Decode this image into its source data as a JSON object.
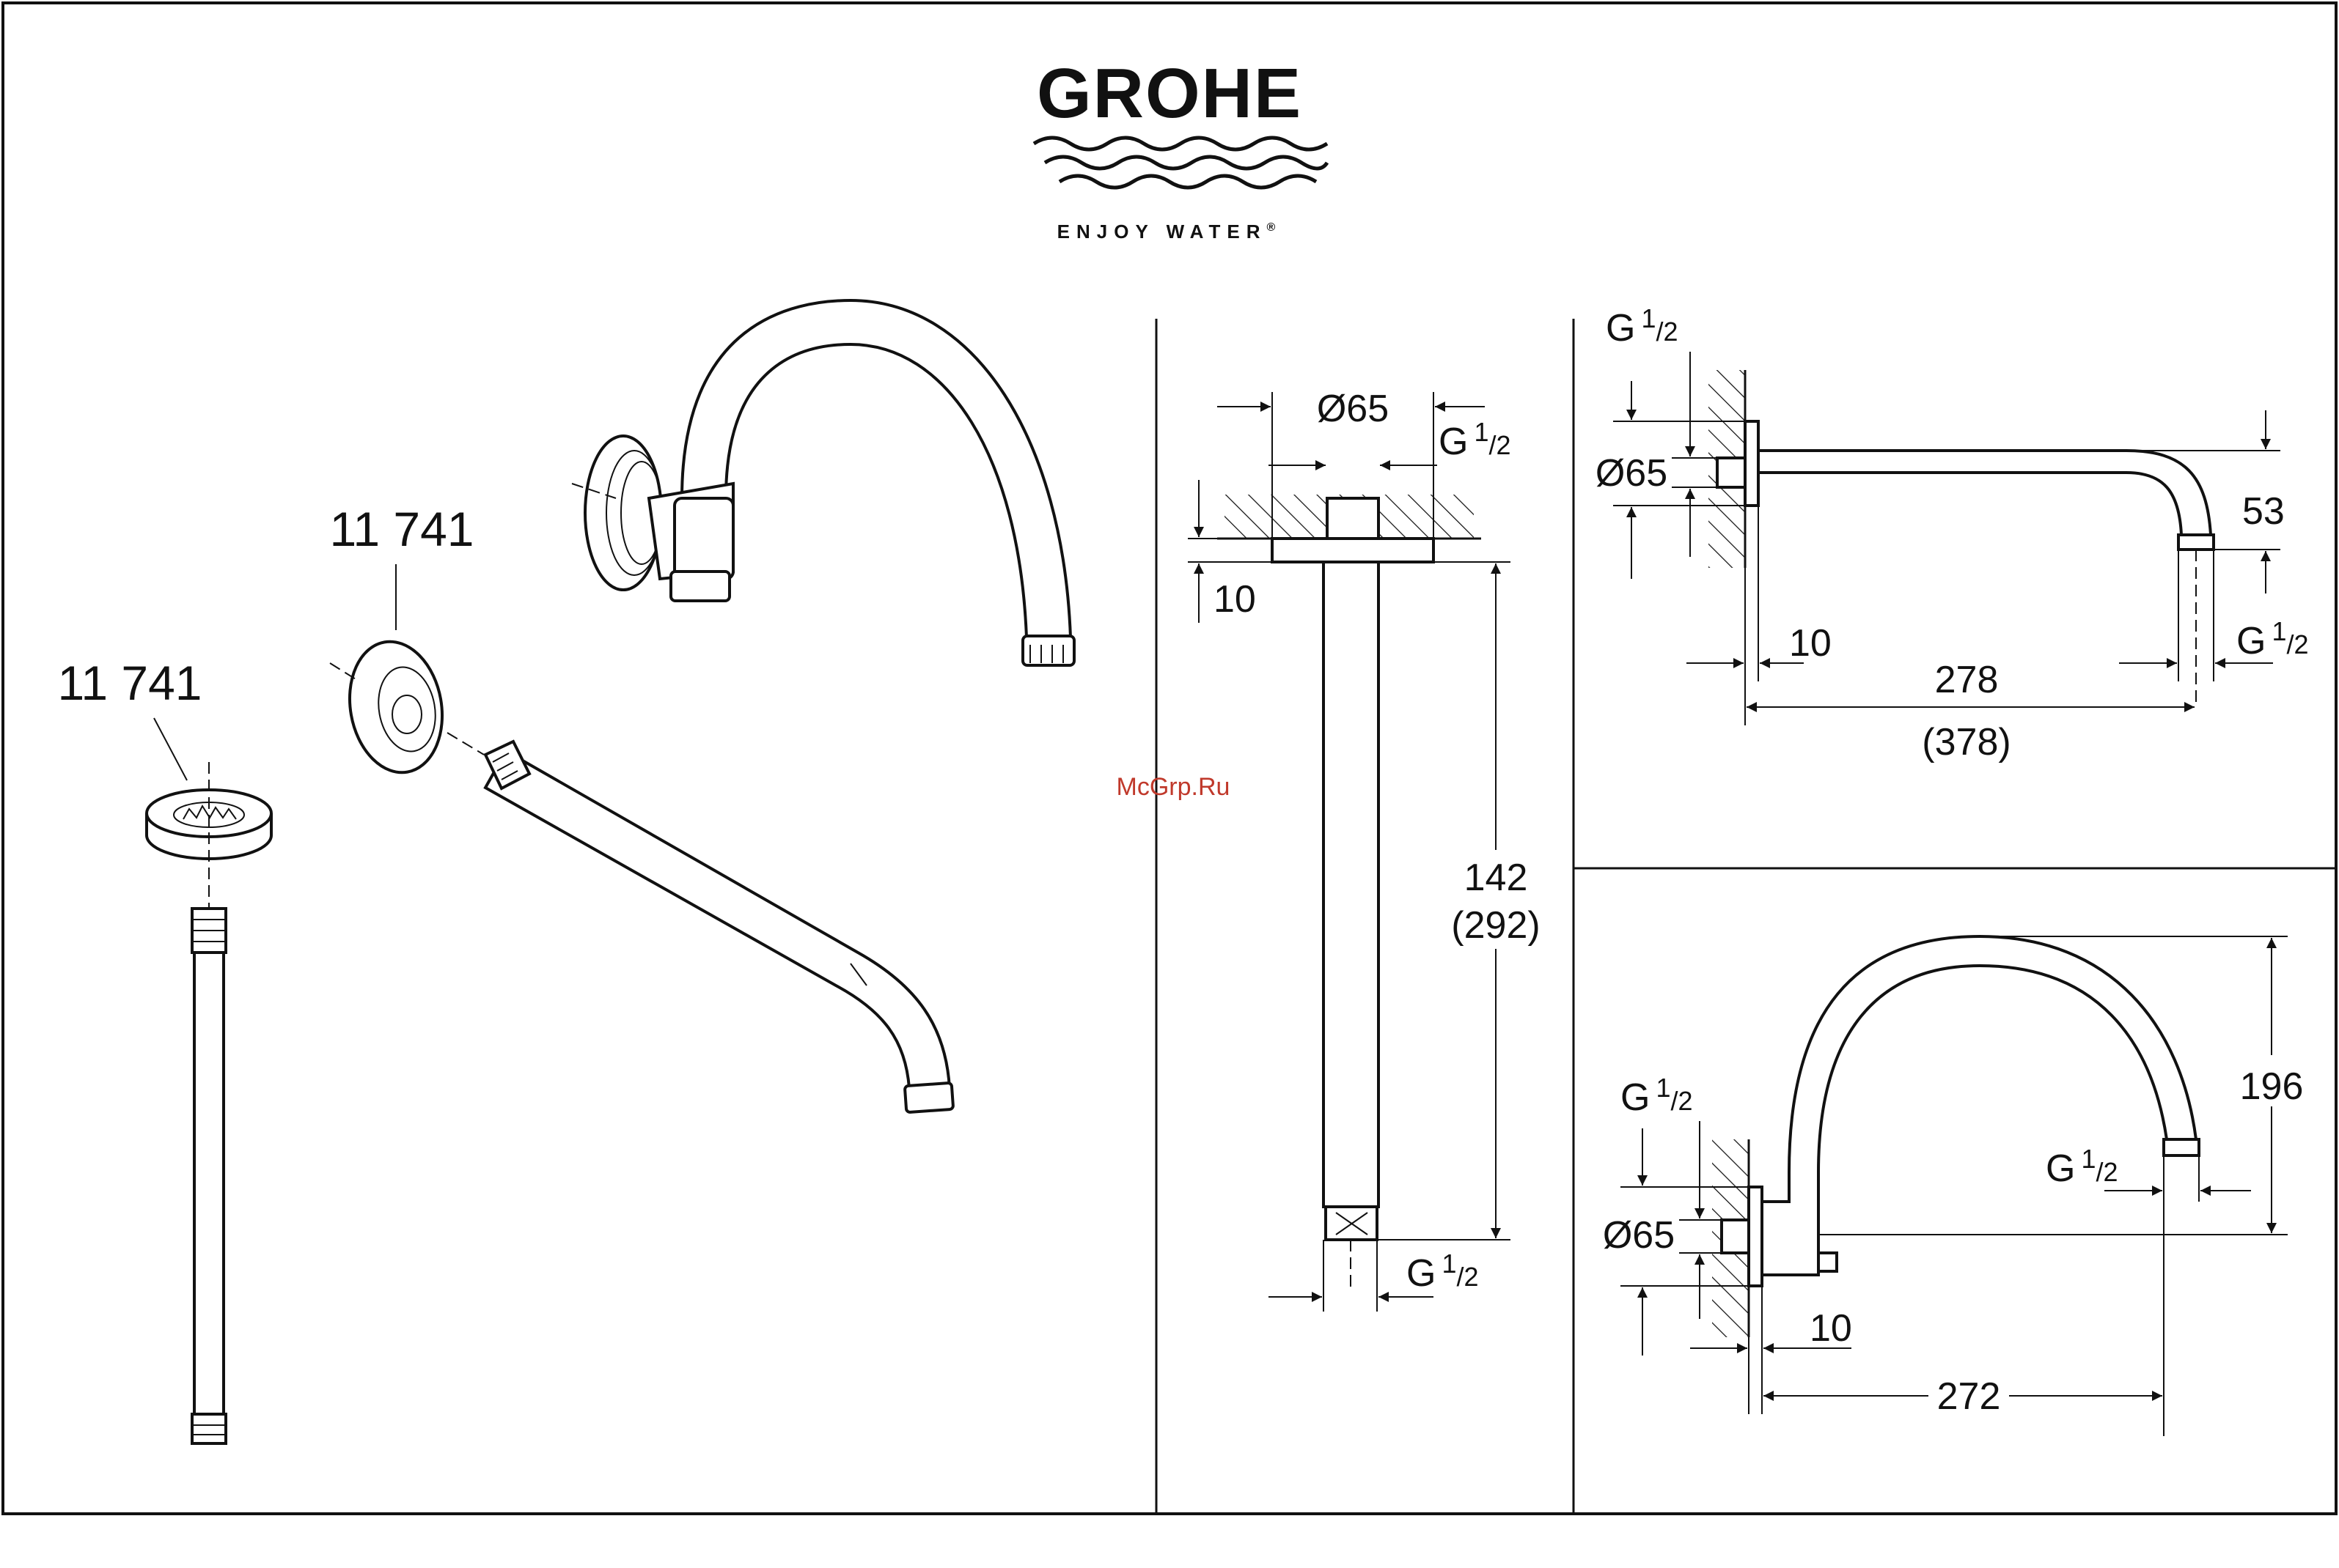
{
  "brand": {
    "name": "GROHE",
    "tagline": "ENJOY WATER",
    "tagline_mark": "®"
  },
  "watermark": "McGrp.Ru",
  "parts": {
    "flange_label_left": "11 741",
    "flange_label_middle": "11 741"
  },
  "ceiling_arm": {
    "diameter": "Ø65",
    "thread_top": "G",
    "thread_top_num": "1",
    "thread_top_den": "/2",
    "thread_bottom": "G",
    "thread_bottom_num": "1",
    "thread_bottom_den": "/2",
    "flange_depth": "10",
    "length": "142",
    "length_alt": "(292)"
  },
  "wall_arm": {
    "thread_top": "G",
    "thread_top_num": "1",
    "thread_top_den": "/2",
    "diameter": "Ø65",
    "drop": "53",
    "flange_depth": "10",
    "thread_outlet": "G",
    "thread_outlet_num": "1",
    "thread_outlet_den": "/2",
    "length": "278",
    "length_alt": "(378)"
  },
  "curved_arm": {
    "thread_inlet": "G",
    "thread_inlet_num": "1",
    "thread_inlet_den": "/2",
    "diameter": "Ø65",
    "height": "196",
    "thread_outlet": "G",
    "thread_outlet_num": "1",
    "thread_outlet_den": "/2",
    "flange_depth": "10",
    "length": "272"
  }
}
